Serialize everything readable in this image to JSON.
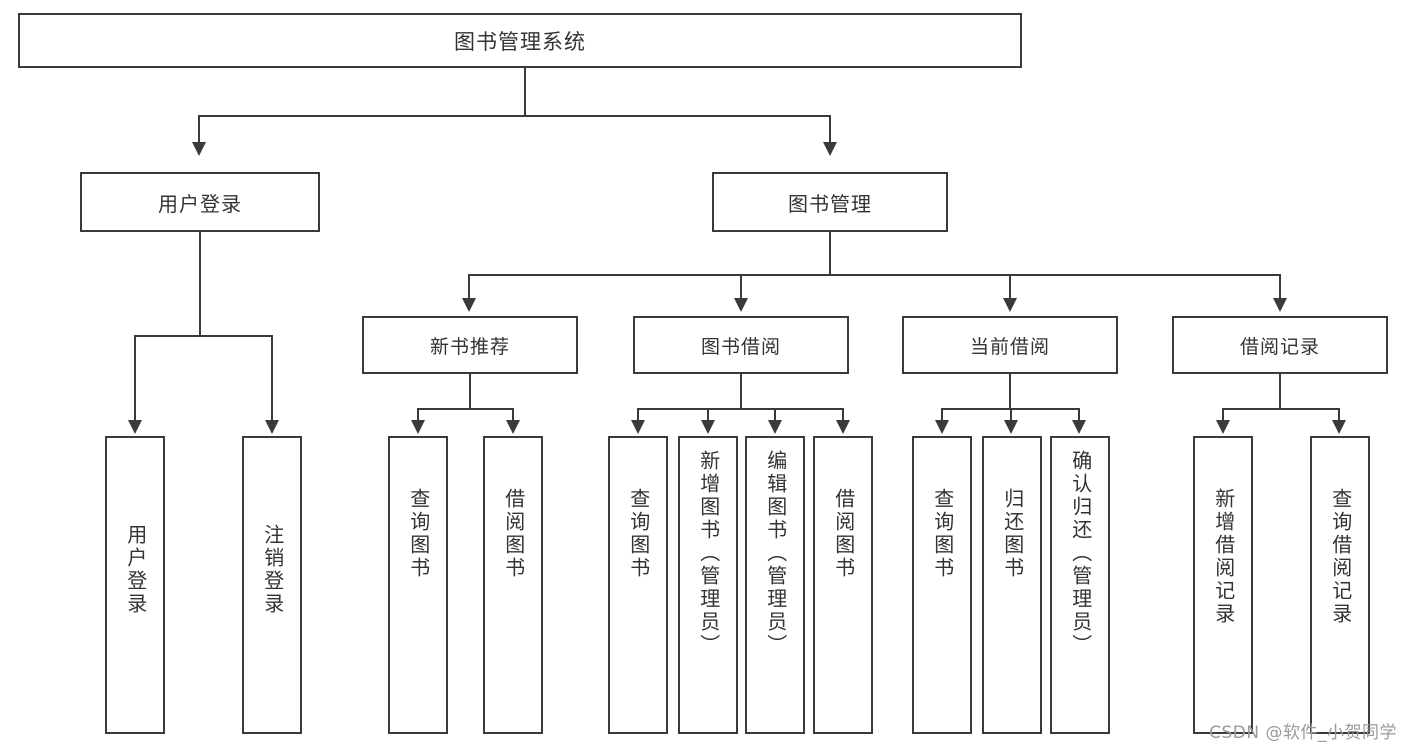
{
  "diagram": {
    "type": "tree-hierarchy",
    "title": "图书管理系统",
    "root": {
      "label": "图书管理系统"
    },
    "level1": [
      {
        "label": "用户登录"
      },
      {
        "label": "图书管理"
      }
    ],
    "level2": [
      {
        "label": "新书推荐"
      },
      {
        "label": "图书借阅"
      },
      {
        "label": "当前借阅"
      },
      {
        "label": "借阅记录"
      }
    ],
    "leaves": {
      "user_login": [
        {
          "label": "用户登录"
        },
        {
          "label": "注销登录"
        }
      ],
      "new_book_recommend": [
        {
          "label": "查询图书"
        },
        {
          "label": "借阅图书"
        }
      ],
      "book_borrow": [
        {
          "label": "查询图书"
        },
        {
          "label": "新增图书（管理员）"
        },
        {
          "label": "编辑图书（管理员）"
        },
        {
          "label": "借阅图书"
        }
      ],
      "current_borrow": [
        {
          "label": "查询图书"
        },
        {
          "label": "归还图书"
        },
        {
          "label": "确认归还（管理员）"
        }
      ],
      "borrow_record": [
        {
          "label": "新增借阅记录"
        },
        {
          "label": "查询借阅记录"
        }
      ]
    }
  },
  "watermark": {
    "text": "CSDN @软件_小贺同学"
  },
  "colors": {
    "line": "#3a3a3a",
    "text": "#333333",
    "background": "#ffffff",
    "watermark": "#9a9a9a"
  }
}
